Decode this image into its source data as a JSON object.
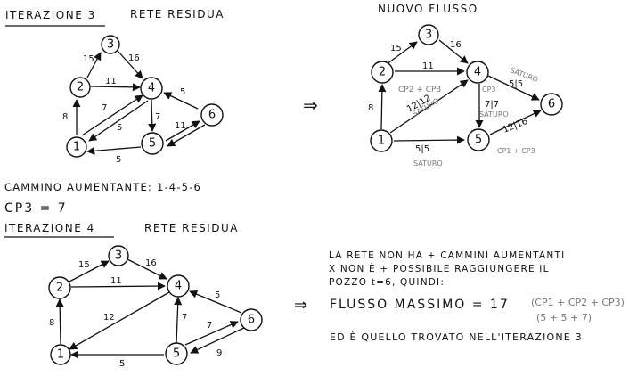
{
  "headers": {
    "iter3_title": "ITERAZIONE 3",
    "iter3_sub": "RETE RESIDUA",
    "new_flow": "NUOVO FLUSSO",
    "iter4_title": "ITERAZIONE 4",
    "iter4_sub": "RETE RESIDUA"
  },
  "path_text": "CAMMINO AUMENTANTE: 1-4-5-6",
  "cp3_text": "CP3 = 7",
  "conclusion": {
    "arrow": "⇒",
    "line1": "LA RETE NON HA + CAMMINI AUMENTANTI",
    "line2": "X NON È + POSSIBILE RAGGIUNGERE IL",
    "line3": "POZZO t=6, QUINDI:",
    "max_flow": "FLUSSO MASSIMO = 17",
    "formula": "(CP1 + CP2 + CP3)",
    "formula_values": "(5 + 5 + 7)",
    "last": "ED È QUELLO TROVATO NELL'ITERAZIONE 3"
  },
  "arrow_mid": "⇒",
  "graphs": {
    "g1": {
      "nodes": [
        "1",
        "2",
        "3",
        "4",
        "5",
        "6"
      ],
      "labels": {
        "e23": "15",
        "e34": "16",
        "e24": "11",
        "e12": "8",
        "e14": "7",
        "e41": "5",
        "e45": "7",
        "e64": "5",
        "e56": "11",
        "e65": "",
        "e51": "5"
      }
    },
    "g2": {
      "nodes": [
        "1",
        "2",
        "3",
        "4",
        "5",
        "6"
      ],
      "labels": {
        "e23": "15",
        "e34": "16",
        "e24": "11",
        "e12": "8",
        "e14": "12|12",
        "e45": "7|7",
        "e46": "5|5",
        "e56": "12|16",
        "e15": "5|5"
      },
      "annot": {
        "cp2cp3": "CP2 + CP3",
        "saturo_14": "SATURO",
        "saturo_46": "SATURO",
        "cp3_45": "CP3",
        "saturo_45": "SATURO",
        "saturo_15": "SATURO",
        "cp1cp3": "CP1 + CP3"
      }
    },
    "g3": {
      "nodes": [
        "1",
        "2",
        "3",
        "4",
        "5",
        "6"
      ],
      "labels": {
        "e23": "15",
        "e34": "16",
        "e24": "11",
        "e12": "8",
        "e41": "12",
        "e54": "7",
        "e64": "5",
        "e56": "7",
        "e65": "9",
        "e51": "5"
      }
    }
  }
}
